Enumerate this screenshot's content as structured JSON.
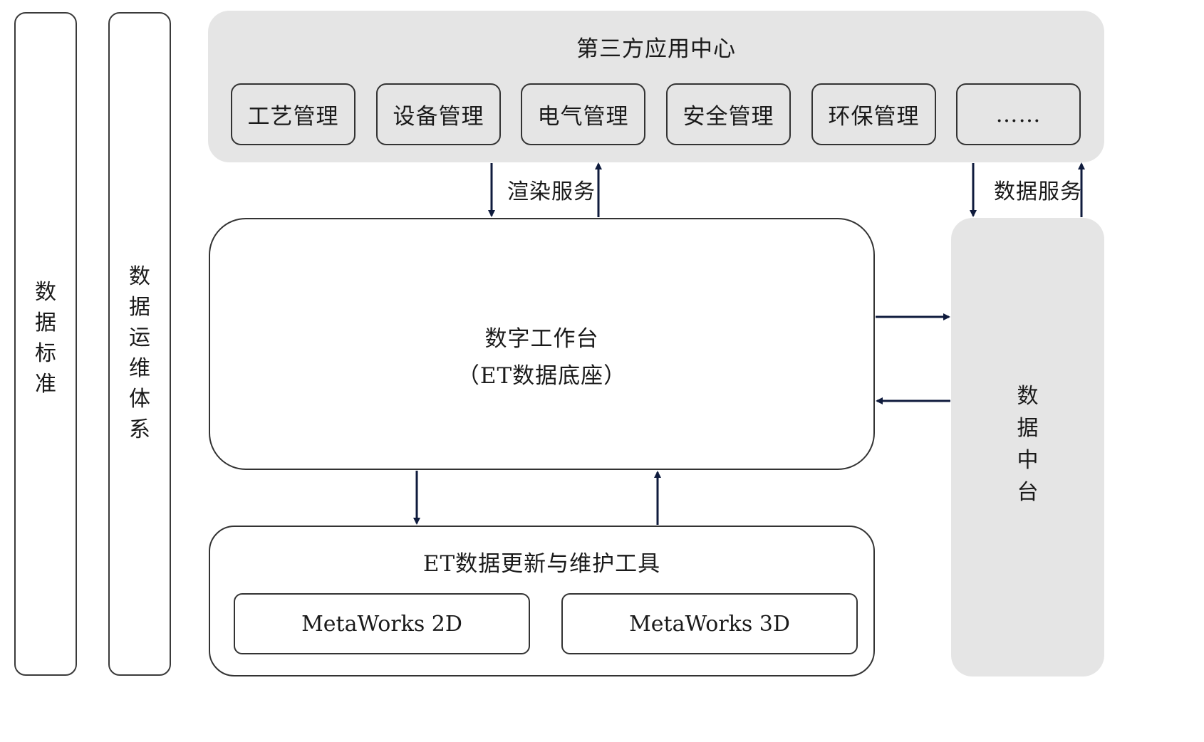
{
  "left_bars": {
    "data_standard": "数\n据\n标\n准",
    "data_ops": "数\n据\n运\n维\n体\n系"
  },
  "app_center": {
    "title": "第三方应用中心",
    "modules": [
      "工艺管理",
      "设备管理",
      "电气管理",
      "安全管理",
      "环保管理",
      "……"
    ]
  },
  "links": {
    "render_service": "渲染服务",
    "data_service": "数据服务"
  },
  "workbench": {
    "title": "数字工作台",
    "subtitle": "（ET数据底座）"
  },
  "data_platform": {
    "label": "数\n据\n中\n台"
  },
  "tools": {
    "title": "ET数据更新与维护工具",
    "items": [
      "MetaWorks 2D",
      "MetaWorks 3D"
    ]
  }
}
